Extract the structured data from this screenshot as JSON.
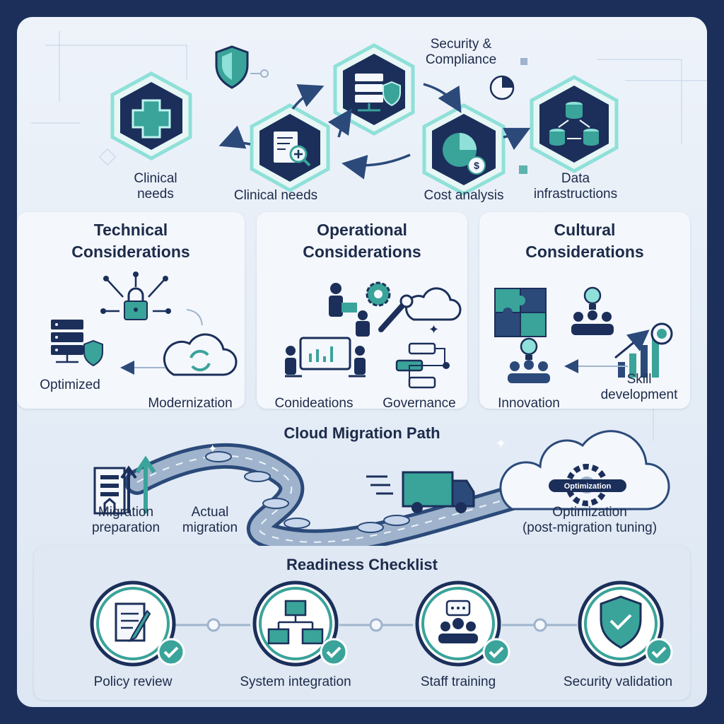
{
  "colors": {
    "navy": "#1b2f5a",
    "teal": "#3aa39a",
    "aqua": "#8fe0d8",
    "panel": "#f4f7fc"
  },
  "top_flow": {
    "security_label": "Security &\nCompliance",
    "nodes": [
      {
        "label": "Clinical\nneeds",
        "icon": "medical-cross-icon"
      },
      {
        "label": "Clinical needs",
        "icon": "document-search-icon"
      },
      {
        "label": "",
        "icon": "server-shield-icon"
      },
      {
        "label": "Cost analysis",
        "icon": "pie-chart-dollar-icon"
      },
      {
        "label": "Data\ninfrastructions",
        "icon": "database-sync-icon"
      }
    ]
  },
  "panels": {
    "technical": {
      "title": "Technical\nConsiderations",
      "items": [
        {
          "label": "Optimized",
          "icon": "server-shield-icon"
        },
        {
          "label": "Modernization",
          "icon": "cloud-sync-icon"
        }
      ]
    },
    "operational": {
      "title": "Operational\nConsiderations",
      "items": [
        {
          "label": "Conideations",
          "icon": "team-meeting-icon"
        },
        {
          "label": "Governance",
          "icon": "flowchart-icon"
        }
      ]
    },
    "cultural": {
      "title": "Cultural\nConsiderations",
      "items": [
        {
          "label": "Innovation",
          "icon": "idea-team-icon"
        },
        {
          "label": "Skill\ndevelopment",
          "icon": "growth-target-icon"
        }
      ]
    }
  },
  "migration": {
    "title": "Cloud Migration Path",
    "steps": [
      {
        "label": "Migration\npreparation"
      },
      {
        "label": "Actual\nmigration"
      },
      {
        "label": "Optimization\n(post-migration tuning)"
      }
    ],
    "cloud_badge": "Optimization"
  },
  "checklist": {
    "title": "Readiness Checklist",
    "items": [
      {
        "label": "Policy review",
        "icon": "document-pen-icon"
      },
      {
        "label": "System integration",
        "icon": "network-icon"
      },
      {
        "label": "Staff training",
        "icon": "training-icon"
      },
      {
        "label": "Security validation",
        "icon": "shield-check-icon"
      }
    ]
  }
}
